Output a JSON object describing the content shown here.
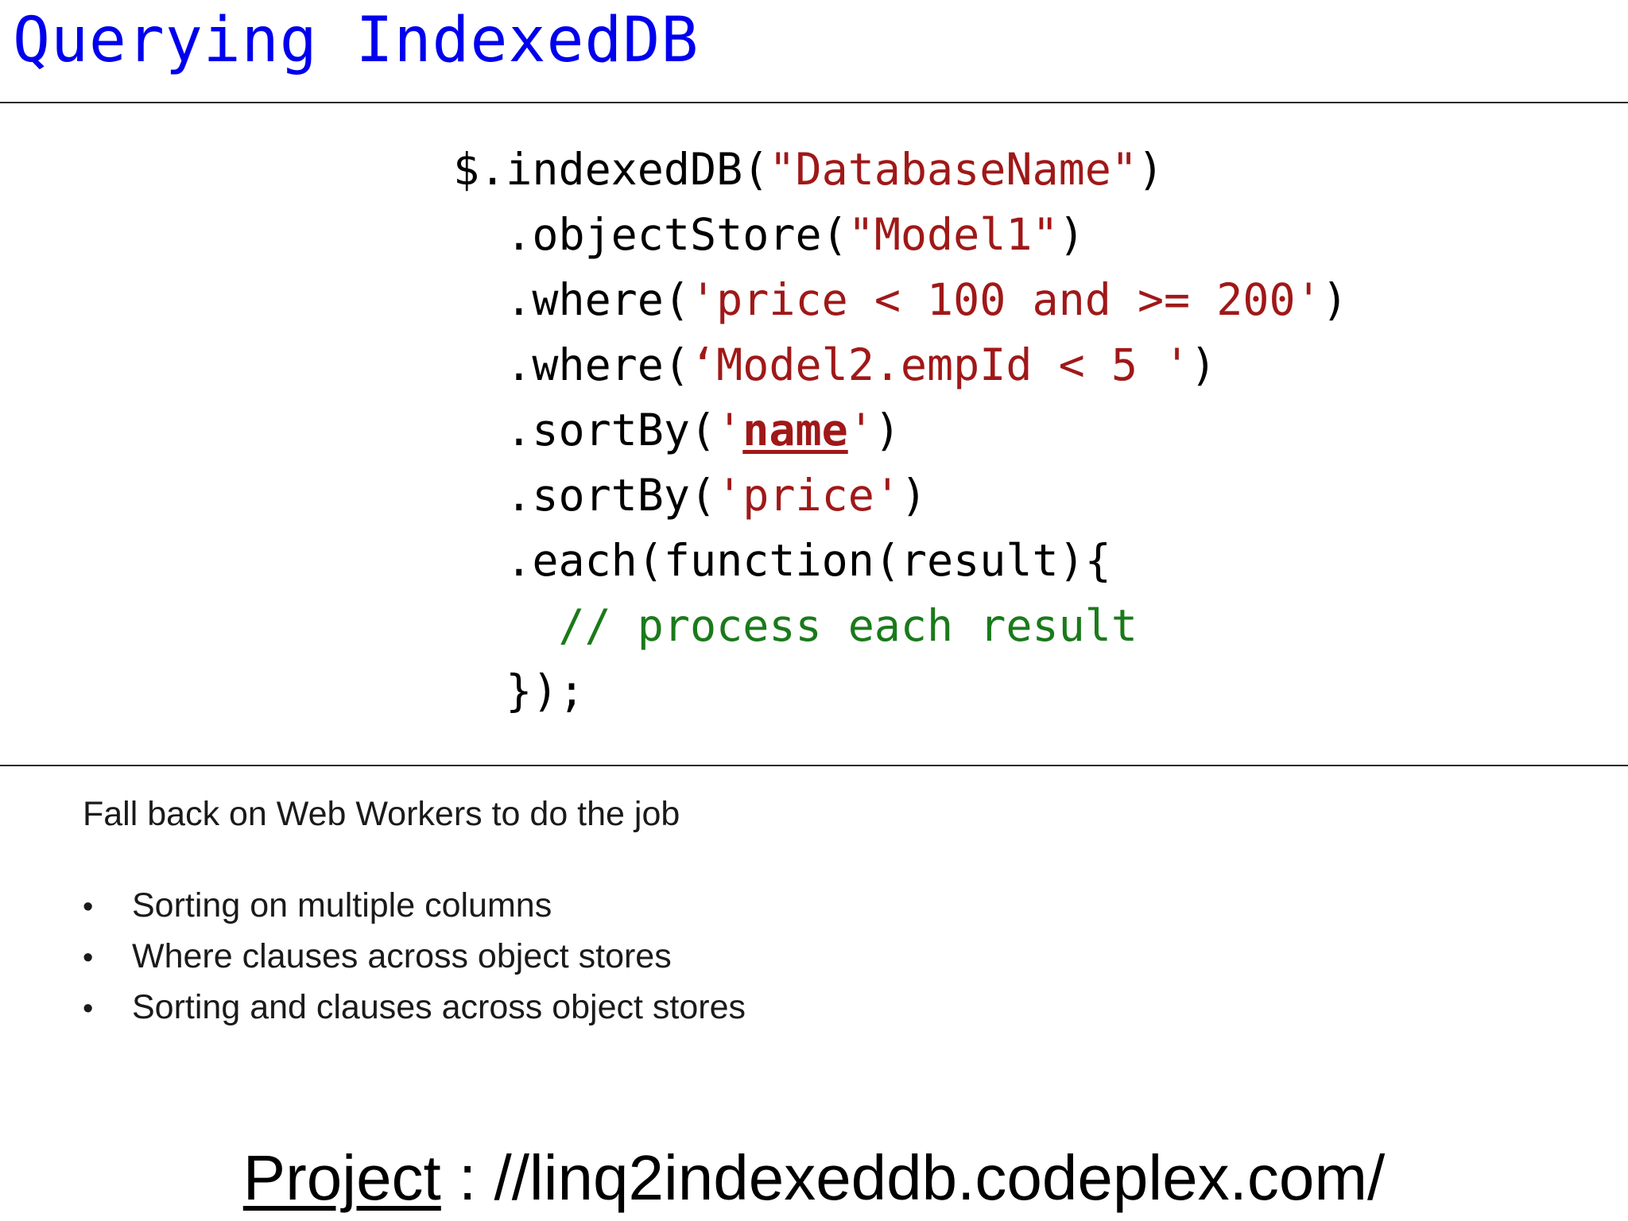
{
  "slide": {
    "title": "Querying IndexedDB",
    "title_color": "#0000ee",
    "background": "#ffffff"
  },
  "code": {
    "font": "monospace",
    "colors": {
      "default": "#000000",
      "string": "#a01818",
      "comment": "#1a7a1a"
    },
    "lines": [
      {
        "indent": 0,
        "parts": [
          {
            "text": "$.indexedDB(",
            "style": "default"
          },
          {
            "text": "\"DatabaseName\"",
            "style": "string"
          },
          {
            "text": ")",
            "style": "default"
          }
        ]
      },
      {
        "indent": 1,
        "parts": [
          {
            "text": ".objectStore(",
            "style": "default"
          },
          {
            "text": "\"Model1\"",
            "style": "string"
          },
          {
            "text": ")",
            "style": "default"
          }
        ]
      },
      {
        "indent": 1,
        "parts": [
          {
            "text": ".where(",
            "style": "default"
          },
          {
            "text": "'price < 100 and >= 200'",
            "style": "string"
          },
          {
            "text": ")",
            "style": "default"
          }
        ]
      },
      {
        "indent": 1,
        "parts": [
          {
            "text": ".where(",
            "style": "default"
          },
          {
            "text": "‘Model2.empId < 5 '",
            "style": "string"
          },
          {
            "text": ")",
            "style": "default"
          }
        ]
      },
      {
        "indent": 1,
        "parts": [
          {
            "text": ".sortBy(",
            "style": "default"
          },
          {
            "text": "'",
            "style": "string"
          },
          {
            "text": "name",
            "style": "underline"
          },
          {
            "text": "'",
            "style": "string"
          },
          {
            "text": ")",
            "style": "default"
          }
        ]
      },
      {
        "indent": 1,
        "parts": [
          {
            "text": ".sortBy(",
            "style": "default"
          },
          {
            "text": "'price'",
            "style": "string"
          },
          {
            "text": ")",
            "style": "default"
          }
        ]
      },
      {
        "indent": 1,
        "parts": [
          {
            "text": ".each(function(result){",
            "style": "default"
          }
        ]
      },
      {
        "indent": 2,
        "parts": [
          {
            "text": "// process each result",
            "style": "comment"
          }
        ]
      },
      {
        "indent": 1,
        "parts": [
          {
            "text": "});",
            "style": "default"
          }
        ]
      }
    ]
  },
  "body": {
    "lead": "Fall back on Web Workers to do the job",
    "bullet_marker": "•",
    "bullets": [
      "Sorting on multiple columns",
      "Where clauses across object stores",
      "Sorting and clauses across object stores"
    ]
  },
  "footer": {
    "link_label": "Project",
    "link_rest": " : //linq2indexeddb.codeplex.com/"
  }
}
